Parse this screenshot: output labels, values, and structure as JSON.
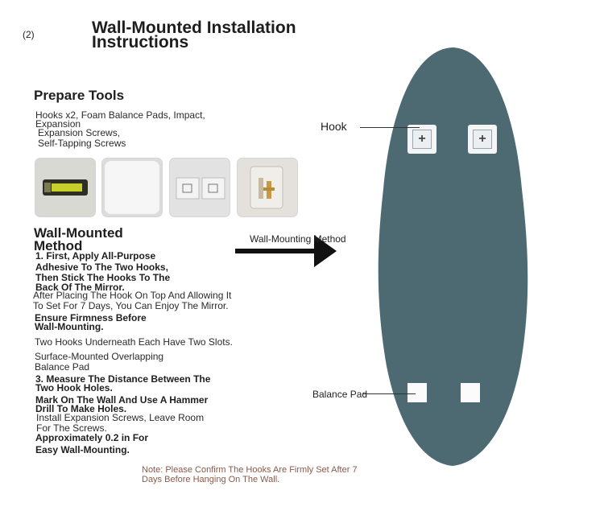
{
  "page": {
    "badge": "(2)",
    "title_line1": "Wall-Mounted Installation",
    "title_line2": "Instructions"
  },
  "tools": {
    "heading": "Prepare Tools",
    "lines": [
      "Hooks x2, Foam Balance Pads, Impact,",
      "Expansion",
      "Expansion Screws,",
      "Self-Tapping Screws"
    ]
  },
  "method": {
    "heading_line1": "Wall-Mounted",
    "heading_line2": "Method",
    "steps": [
      "1. First, Apply All-Purpose",
      "Adhesive To The Two Hooks,",
      "Then Stick The Hooks To The",
      "Back Of The Mirror.",
      "After Placing The Hook On Top And Allowing It",
      "To Set For 7 Days, You Can Enjoy The Mirror.",
      "Ensure Firmness Before",
      "Wall-Mounting.",
      "Two Hooks Underneath Each Have Two Slots.",
      "Surface-Mounted Overlapping",
      "Balance Pad",
      "3. Measure The Distance Between The",
      "Two Hook Holes.",
      "Mark On The Wall And Use A Hammer",
      "Drill To Make Holes.",
      "Install Expansion Screws, Leave Room",
      "For The Screws.",
      "Approximately 0.2 in For",
      "Easy Wall-Mounting."
    ]
  },
  "note": {
    "line1": "Note: Please Confirm The Hooks Are Firmly Set After 7",
    "line2": "Days Before Hanging On The Wall."
  },
  "diagram": {
    "arrow_label": "Wall-Mounting Method",
    "hook_label": "Hook",
    "pad_label": "Balance Pad",
    "hook_symbol": "+",
    "mirror_color": "#4d6a72"
  }
}
